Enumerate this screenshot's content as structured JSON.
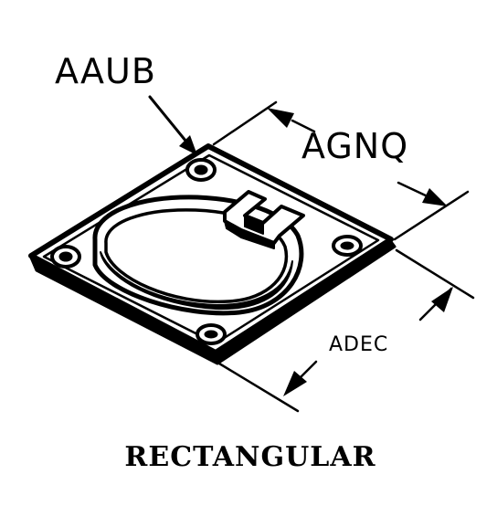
{
  "labels": {
    "hole_dim": "AAUB",
    "width_dim": "AGNQ",
    "length_dim": "ADEC"
  },
  "caption": "RECTANGULAR",
  "colors": {
    "ink": "#000000",
    "paper": "#ffffff"
  }
}
